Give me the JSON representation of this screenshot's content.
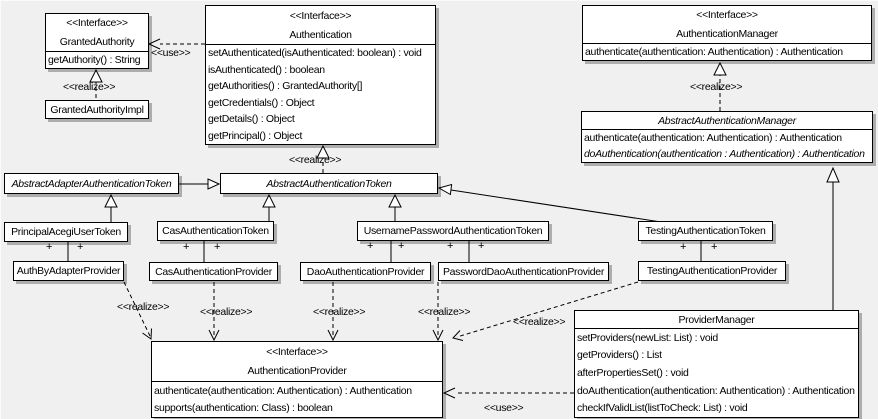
{
  "labels": {
    "use": "<<use>>",
    "realize": "<<realize>>",
    "plus": "+"
  },
  "colors": {
    "background": "#f0f0f0",
    "box_fill": "#ffffff",
    "line": "#000000",
    "shadow": "#999999"
  },
  "classes": {
    "granted_authority": {
      "stereotype": "<<Interface>>",
      "name": "GrantedAuthority",
      "methods": [
        "getAuthority() : String"
      ]
    },
    "granted_authority_impl": {
      "name": "GrantedAuthorityImpl"
    },
    "authentication": {
      "stereotype": "<<Interface>>",
      "name": "Authentication",
      "methods": [
        "setAuthenticated(isAuthenticated: boolean) : void",
        "isAuthenticated() : boolean",
        "getAuthorities() : GrantedAuthority[]",
        "getCredentials() : Object",
        "getDetails() : Object",
        "getPrincipal() : Object"
      ]
    },
    "authentication_manager": {
      "stereotype": "<<Interface>>",
      "name": "AuthenticationManager",
      "methods": [
        "authenticate(authentication: Authentication) : Authentication"
      ]
    },
    "abstract_authentication_manager": {
      "name": "AbstractAuthenticationManager",
      "methods": [
        "authenticate(authentication: Authentication) : Authentication",
        "doAuthentication(authentication : Authentication) : Authentication"
      ]
    },
    "abstract_adapter_authentication_token": {
      "name": "AbstractAdapterAuthenticationToken"
    },
    "abstract_authentication_token": {
      "name": "AbstractAuthenticationToken"
    },
    "principal_acegi_user_token": {
      "name": "PrincipalAcegiUserToken"
    },
    "cas_authentication_token": {
      "name": "CasAuthenticationToken"
    },
    "username_password_authentication_token": {
      "name": "UsernamePasswordAuthenticationToken"
    },
    "testing_authentication_token": {
      "name": "TestingAuthenticationToken"
    },
    "auth_by_adapter_provider": {
      "name": "AuthByAdapterProvider"
    },
    "cas_authentication_provider": {
      "name": "CasAuthenticationProvider"
    },
    "dao_authentication_provider": {
      "name": "DaoAuthenticationProvider"
    },
    "password_dao_authentication_provider": {
      "name": "PasswordDaoAuthenticationProvider"
    },
    "testing_authentication_provider": {
      "name": "TestingAuthenticationProvider"
    },
    "authentication_provider": {
      "stereotype": "<<Interface>>",
      "name": "AuthenticationProvider",
      "methods": [
        "authenticate(authentication: Authentication) : Authentication",
        "supports(authentication: Class) : boolean"
      ]
    },
    "provider_manager": {
      "name": "ProviderManager",
      "methods": [
        "setProviders(newList: List) : void",
        "getProviders() : List",
        "afterPropertiesSet() : void",
        "doAuthentication(authentication: Authentication) : Authentication",
        "checkIfValidList(listToCheck: List) : void"
      ]
    }
  }
}
